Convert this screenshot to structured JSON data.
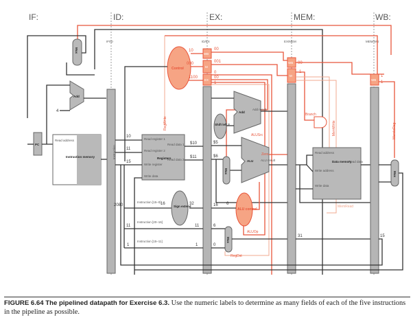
{
  "stages": {
    "if": "IF:",
    "id": "ID:",
    "ex": "EX:",
    "mem": "MEM:",
    "wb": "WB:"
  },
  "pipeline_registers": {
    "if_id": "IF/ID",
    "id_ex": "ID/EX",
    "ex_mem": "EX/MEM",
    "mem_wb": "MEM/WB"
  },
  "control": {
    "unit": "Control",
    "id_ex_fields": {
      "wb": "WB",
      "m": "M",
      "ex": "EX"
    },
    "ex_mem_fields": {
      "wb": "WB",
      "m": "M"
    },
    "mem_wb_fields": {
      "wb": "WB"
    },
    "id_values": {
      "wb": "10",
      "m": "000",
      "ex": "1100"
    },
    "ex_values": {
      "wb": "00",
      "m": "001",
      "alusrc": "0",
      "aluop": "00",
      "regdst": "1"
    },
    "mem_values": {
      "wb": "00",
      "m": "1"
    },
    "wb_values": {
      "regwrite": "1",
      "memtoreg": "1"
    },
    "signals": {
      "regwrite": "RegWrite",
      "alusrc": "ALUSrc",
      "branch": "Branch",
      "memwrite": "MemWrite",
      "memread": "MemRead",
      "memtoreg": "MemtoReg",
      "aluop": "ALUOp",
      "regdst": "RegDst",
      "zero": "Zero"
    }
  },
  "units": {
    "pc": "PC",
    "add_pc": "Add",
    "four": "4",
    "imem_title": "Instruction memory",
    "imem_read_address": "Read address",
    "instruction": "Instruction",
    "registers": "Registers",
    "read_register_1": "Read register 1",
    "read_register_2": "Read register 2",
    "write_register": "Write register",
    "write_data": "Write data",
    "read_data_1": "Read data 1",
    "read_data_2": "Read data 2",
    "sign_extend": "Sign extend",
    "shift_left_2": "Shift left 2",
    "add_branch": "Add",
    "add_result": "Add result",
    "alu": "ALU",
    "alu_result": "ALU result",
    "alu_control": "ALU control",
    "dmem_title": "Data memory",
    "dmem_read_address": "Read address",
    "dmem_write_address": "Write address",
    "dmem_write_data": "Write data",
    "dmem_read_data": "Read data",
    "mux": "Mux",
    "instr_15_0": "Instruction [15–0]",
    "instr_20_16": "Instruction [20–16]",
    "instr_15_11": "Instruction [15–11]"
  },
  "values": {
    "rs": "10",
    "rt": "11",
    "write_reg_in": "15",
    "read_data_1": "$10",
    "read_data_2": "$11",
    "imm": "2080",
    "bits_16": "16",
    "bits_32": "32",
    "rt_field": "11",
    "rd_field": "1",
    "ex_alu_a": "$5",
    "ex_alu_b": "$6",
    "ex_imm": "16",
    "ex_funct_bits": "6",
    "ex_rt": "6",
    "ex_rd": "0",
    "ex_rt_out": "11",
    "ex_rd_out": "1",
    "mem_dest": "31",
    "wb_dest": "15"
  },
  "caption": {
    "label": "FIGURE 6.64 The pipelined datapath for Exercise 6.3.",
    "text": " Use the numeric labels to determine as many fields of each of the five instructions in the pipeline as possible."
  }
}
